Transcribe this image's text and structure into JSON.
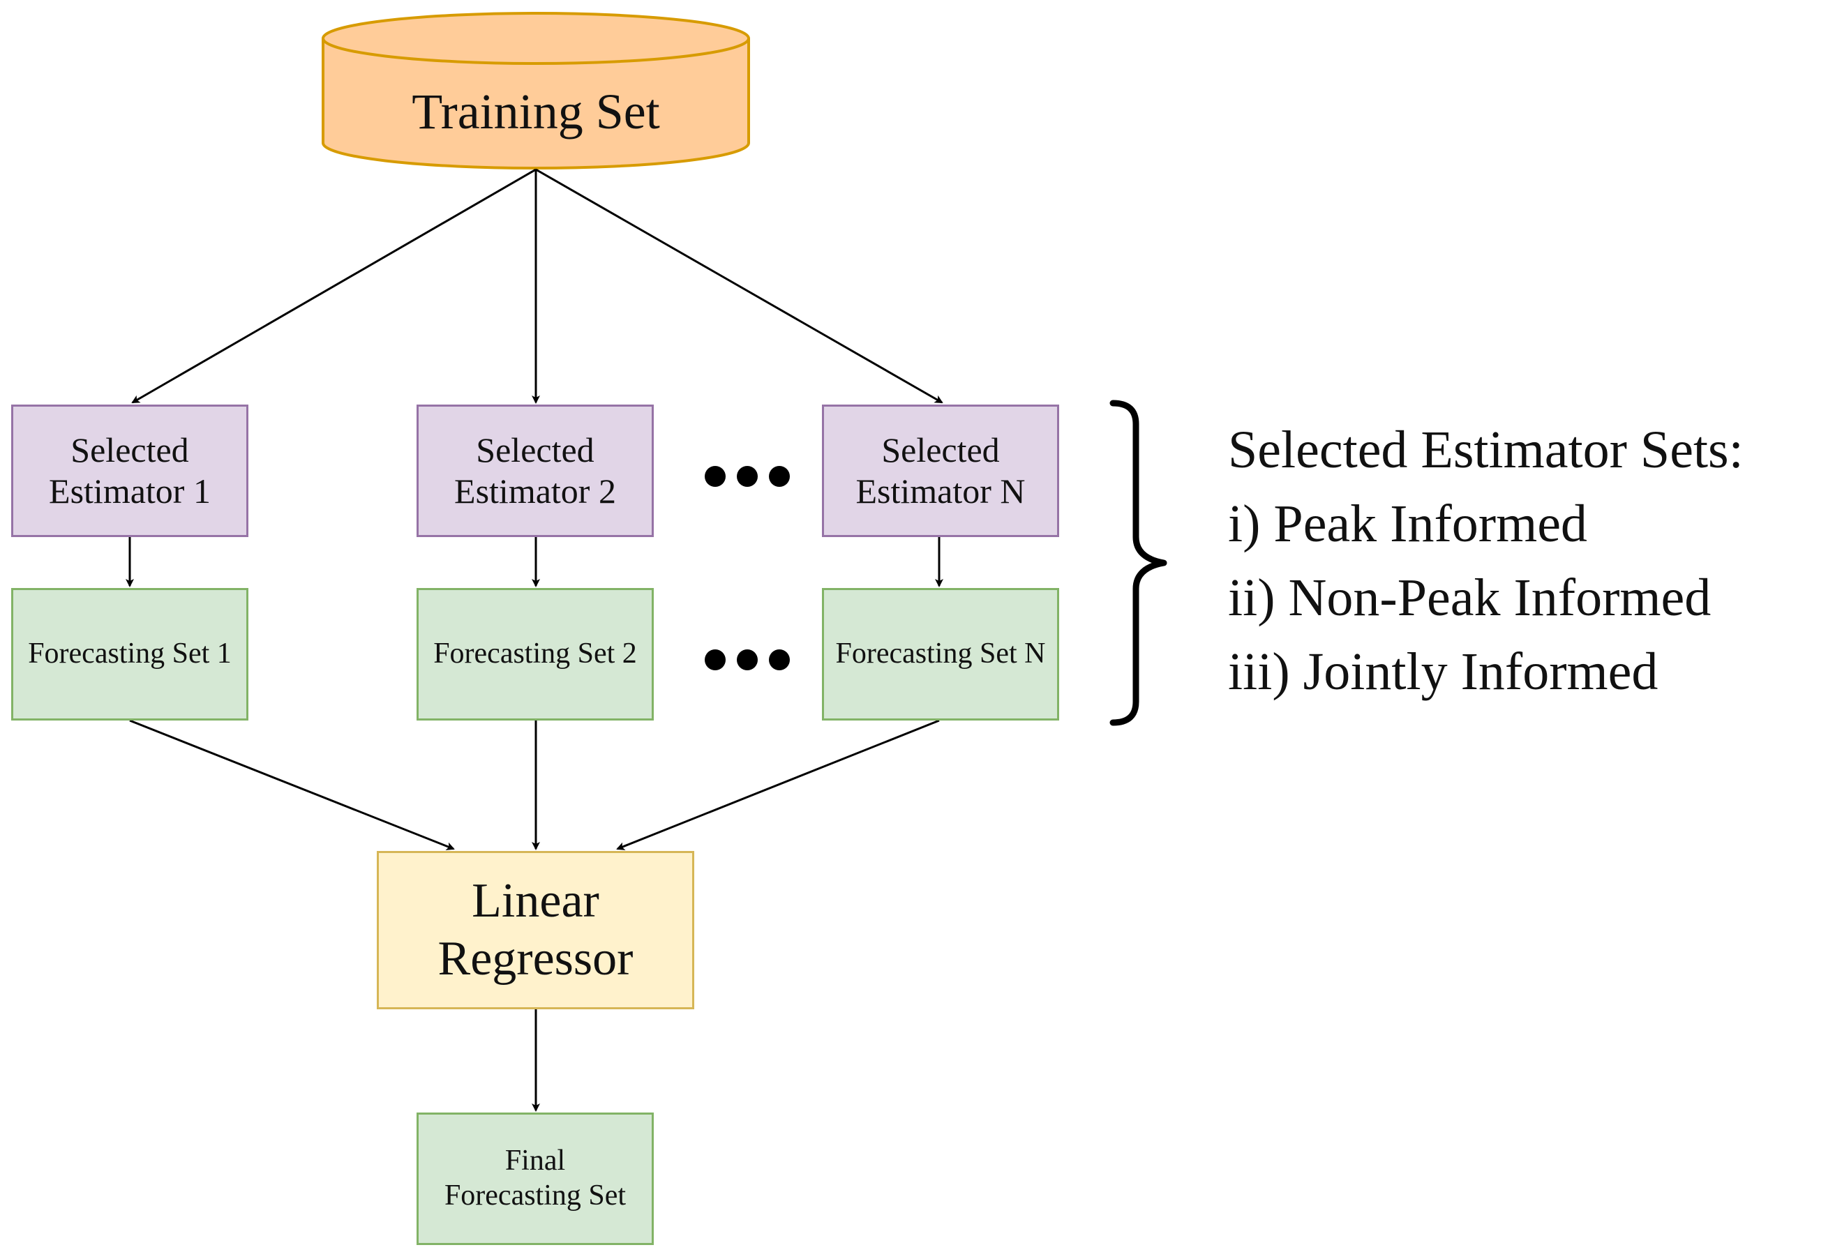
{
  "diagram": {
    "source": {
      "label": "Training Set",
      "fill": "#ffcc99",
      "stroke": "#d79b00"
    },
    "estimators": [
      {
        "line1": "Selected",
        "line2": "Estimator 1"
      },
      {
        "line1": "Selected",
        "line2": "Estimator 2"
      },
      {
        "line1": "Selected",
        "line2": "Estimator N"
      }
    ],
    "forecasts": [
      {
        "label": "Forecasting Set 1"
      },
      {
        "label": "Forecasting Set 2"
      },
      {
        "label": "Forecasting Set N"
      }
    ],
    "regressor": {
      "line1": "Linear",
      "line2": "Regressor"
    },
    "final": {
      "line1": "Final",
      "line2": "Forecasting Set"
    },
    "annotation": {
      "title": "Selected Estimator Sets:",
      "items": [
        "i) Peak Informed",
        "ii) Non-Peak Informed",
        "iii) Jointly Informed"
      ]
    },
    "colors": {
      "estimator_fill": "#e1d5e7",
      "estimator_stroke": "#9673a6",
      "forecast_fill": "#d5e8d4",
      "forecast_stroke": "#82b366",
      "regressor_fill": "#fff2cc",
      "regressor_stroke": "#d6b656"
    }
  }
}
